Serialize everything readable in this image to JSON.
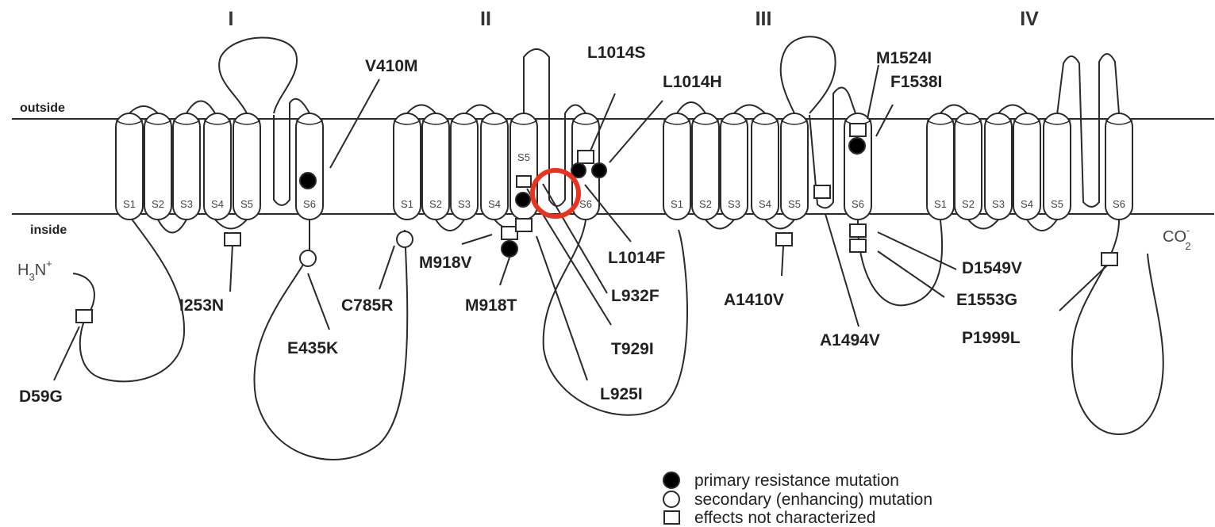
{
  "domains": [
    "I",
    "II",
    "III",
    "IV"
  ],
  "membrane": {
    "outside_label": "outside",
    "inside_label": "inside"
  },
  "segments": [
    "S1",
    "S2",
    "S3",
    "S4",
    "S5",
    "S6"
  ],
  "extra_segment_labels": {
    "pore_s5": "S5"
  },
  "termini": {
    "n_main": "H",
    "n_sub": "3",
    "n_rest": "N",
    "n_sup": "+",
    "c_main": "CO",
    "c_sup": "-",
    "c_sub": "2"
  },
  "mutations": {
    "v410m": "V410M",
    "i253n": "I253N",
    "e435k": "E435K",
    "d59g": "D59G",
    "c785r": "C785R",
    "m918v": "M918V",
    "m918t": "M918T",
    "l1014s": "L1014S",
    "l1014h": "L1014H",
    "l1014f": "L1014F",
    "l932f": "L932F",
    "t929i": "T929I",
    "l925i": "L925I",
    "a1410v": "A1410V",
    "a1494v": "A1494V",
    "m1524i": "M1524I",
    "f1538i": "F1538I",
    "d1549v": "D1549V",
    "e1553g": "E1553G",
    "p1999l": "P1999L"
  },
  "legend": {
    "primary": "primary resistance mutation",
    "secondary": "secondary (enhancing) mutation",
    "uncharacterized": "effects not characterized"
  },
  "colors": {
    "line": "#2a2a2a",
    "highlight_circle": "#e8341c",
    "primary_marker": "#000000"
  }
}
